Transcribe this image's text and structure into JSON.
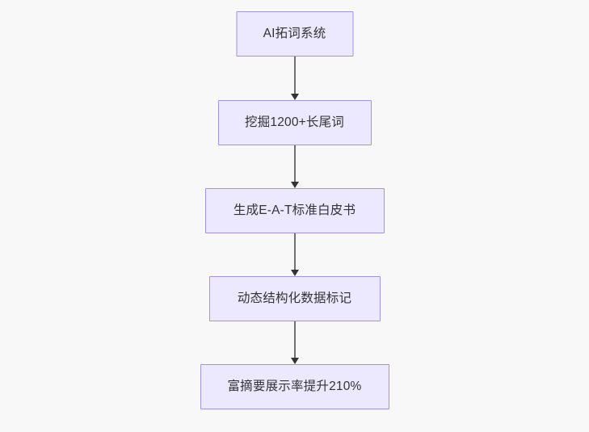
{
  "diagram": {
    "type": "flowchart",
    "direction": "top-to-bottom",
    "background_color": "#f8f8f8",
    "node_fill_color": "#ece8fd",
    "node_border_color": "#a98fe0",
    "node_text_color": "#333333",
    "edge_color": "#707070",
    "arrowhead_color": "#333333",
    "nodes": [
      {
        "id": "node-1",
        "label": "AI拓词系统"
      },
      {
        "id": "node-2",
        "label": "挖掘1200+长尾词"
      },
      {
        "id": "node-3",
        "label": "生成E-A-T标准白皮书"
      },
      {
        "id": "node-4",
        "label": "动态结构化数据标记"
      },
      {
        "id": "node-5",
        "label": "富摘要展示率提升210%"
      }
    ],
    "edges": [
      {
        "id": "edge-1",
        "from": "node-1",
        "to": "node-2"
      },
      {
        "id": "edge-2",
        "from": "node-2",
        "to": "node-3"
      },
      {
        "id": "edge-3",
        "from": "node-3",
        "to": "node-4"
      },
      {
        "id": "edge-4",
        "from": "node-4",
        "to": "node-5"
      }
    ]
  }
}
